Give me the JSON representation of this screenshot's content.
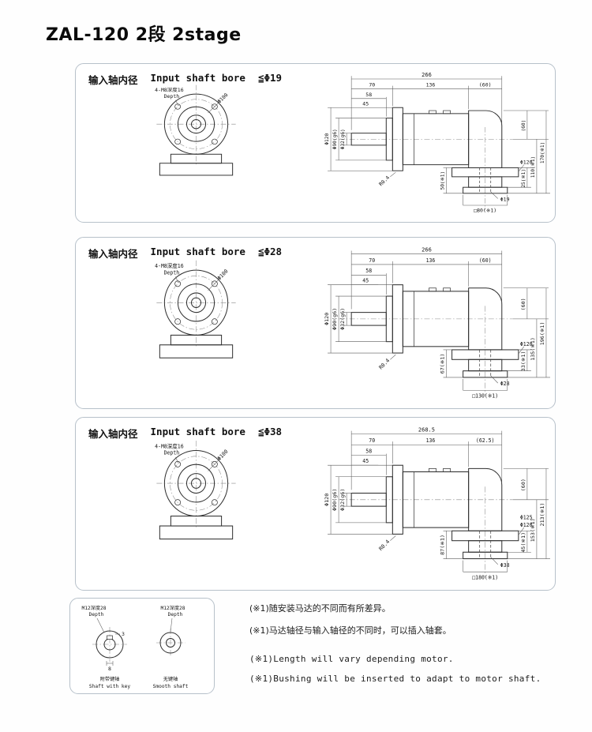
{
  "page": {
    "title": "ZAL-120 2段 2stage"
  },
  "panels": [
    {
      "header": {
        "cn": "输入轴内径",
        "en": "Input shaft bore",
        "bore": "≦Φ19"
      },
      "front_view": {
        "bolt_note": "4-M8深度16",
        "depth_label": "Depth",
        "bolt_circle": "Φ100"
      },
      "side_view": {
        "total_length": "266",
        "seg_input": "70",
        "seg_body": "136",
        "seg_head": "(60)",
        "dim_58": "58",
        "dim_45": "45",
        "in_flange_dia": "Φ120",
        "in_spigot_dia": "Φ90(g6)",
        "in_shaft_dia": "Φ32(g6)",
        "fillet": "R0.4",
        "out_flange_dia": "Φ120",
        "out_bore_dia": "Φ19",
        "out_square": "□80(※1)",
        "h_top": "(60)",
        "h_flange": "25(※1)",
        "h_lower": "110(※1)",
        "h_total": "170(※1)",
        "h_out": "50(※1)"
      }
    },
    {
      "header": {
        "cn": "输入轴内径",
        "en": "Input shaft bore",
        "bore": "≦Φ28"
      },
      "front_view": {
        "bolt_note": "4-M8深度16",
        "depth_label": "Depth",
        "bolt_circle": "Φ100"
      },
      "side_view": {
        "total_length": "266",
        "seg_input": "70",
        "seg_body": "136",
        "seg_head": "(60)",
        "dim_58": "58",
        "dim_45": "45",
        "in_flange_dia": "Φ120",
        "in_spigot_dia": "Φ90(g6)",
        "in_shaft_dia": "Φ32(g6)",
        "fillet": "R0.4",
        "out_flange_dia": "Φ120",
        "out_bore_dia": "Φ28",
        "out_square": "□130(※1)",
        "h_top": "(60)",
        "h_flange": "33(※1)",
        "h_lower": "135(※1)",
        "h_total": "196(※1)",
        "h_out": "67(※1)"
      }
    },
    {
      "header": {
        "cn": "输入轴内径",
        "en": "Input shaft bore",
        "bore": "≦Φ38"
      },
      "front_view": {
        "bolt_note": "4-M8深度16",
        "depth_label": "Depth",
        "bolt_circle": "Φ100"
      },
      "side_view": {
        "total_length": "268.5",
        "seg_input": "70",
        "seg_body": "136",
        "seg_head": "(62.5)",
        "dim_58": "58",
        "dim_45": "45",
        "in_flange_dia": "Φ120",
        "in_spigot_dia": "Φ90(g6)",
        "in_shaft_dia": "Φ32(g6)",
        "fillet": "R0.4",
        "out_flange_dia": "Φ120",
        "out_flange_dia2": "Φ125",
        "out_bore_dia": "Φ38",
        "out_square": "□180(※1)",
        "h_top": "(60)",
        "h_flange": "45(※1)",
        "h_lower": "153(※1)",
        "h_total": "213(※1)",
        "h_out": "87(※1)"
      }
    }
  ],
  "shaft_panel": {
    "left": {
      "tap": "M12深度28",
      "depth_label": "Depth",
      "dim_3": "3",
      "dim_8": "8",
      "caption_cn": "附带键轴",
      "caption_en": "Shaft with key"
    },
    "right": {
      "tap": "M12深度28",
      "depth_label": "Depth",
      "caption_cn": "无键轴",
      "caption_en": "Smooth shaft"
    }
  },
  "notes": {
    "cn": [
      "(※1)随安装马达的不同而有所差异。",
      "(※1)马达轴径与输入轴径的不同时，可以插入轴套。"
    ],
    "en": [
      "(※1)Length will vary depending motor.",
      "(※1)Bushing will be inserted to adapt to motor shaft."
    ]
  }
}
